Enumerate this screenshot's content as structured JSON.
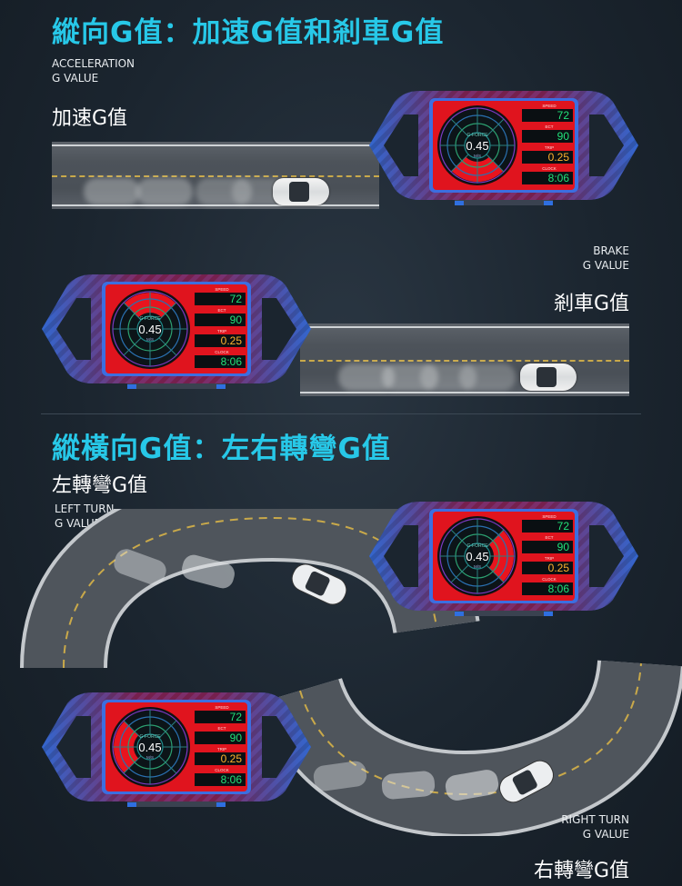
{
  "sections": {
    "longitudinal_title": "縱向G值：加速G值和剎車G值",
    "lateral_title": "縱橫向G值：左右轉彎G值"
  },
  "acceleration": {
    "en_line1": "ACCELERATION",
    "en_line2": "G VALUE",
    "cn": "加速G值"
  },
  "brake": {
    "en_line1": "BRAKE",
    "en_line2": "G VALUE",
    "cn": "剎車G值"
  },
  "left_turn": {
    "en_line1": "LEFT TURN",
    "en_line2": "G VALUE",
    "cn": "左轉彎G值"
  },
  "right_turn": {
    "en_line1": "RIGHT TURN",
    "en_line2": "G VALUE",
    "cn": "右轉彎G值"
  },
  "gauge": {
    "gforce_label": "G-FORCE",
    "gforce_value": "0.45",
    "gforce_unit": "M/S",
    "speed_label": "SPEED",
    "speed_value": "72",
    "ect_label": "ECT",
    "ect_value": "90",
    "trip_label": "TRIP",
    "trip_value": "0.25",
    "clock_label": "CLOCK",
    "clock_value": "8:06"
  },
  "colors": {
    "title_cyan": "#27c8e8",
    "display_red": "#e0141e",
    "readout_green": "#22e27a",
    "readout_orange": "#ffb22e"
  },
  "gauge_highlight": {
    "acceleration": "bottom",
    "brake": "top",
    "left_turn": "right",
    "right_turn": "left"
  }
}
